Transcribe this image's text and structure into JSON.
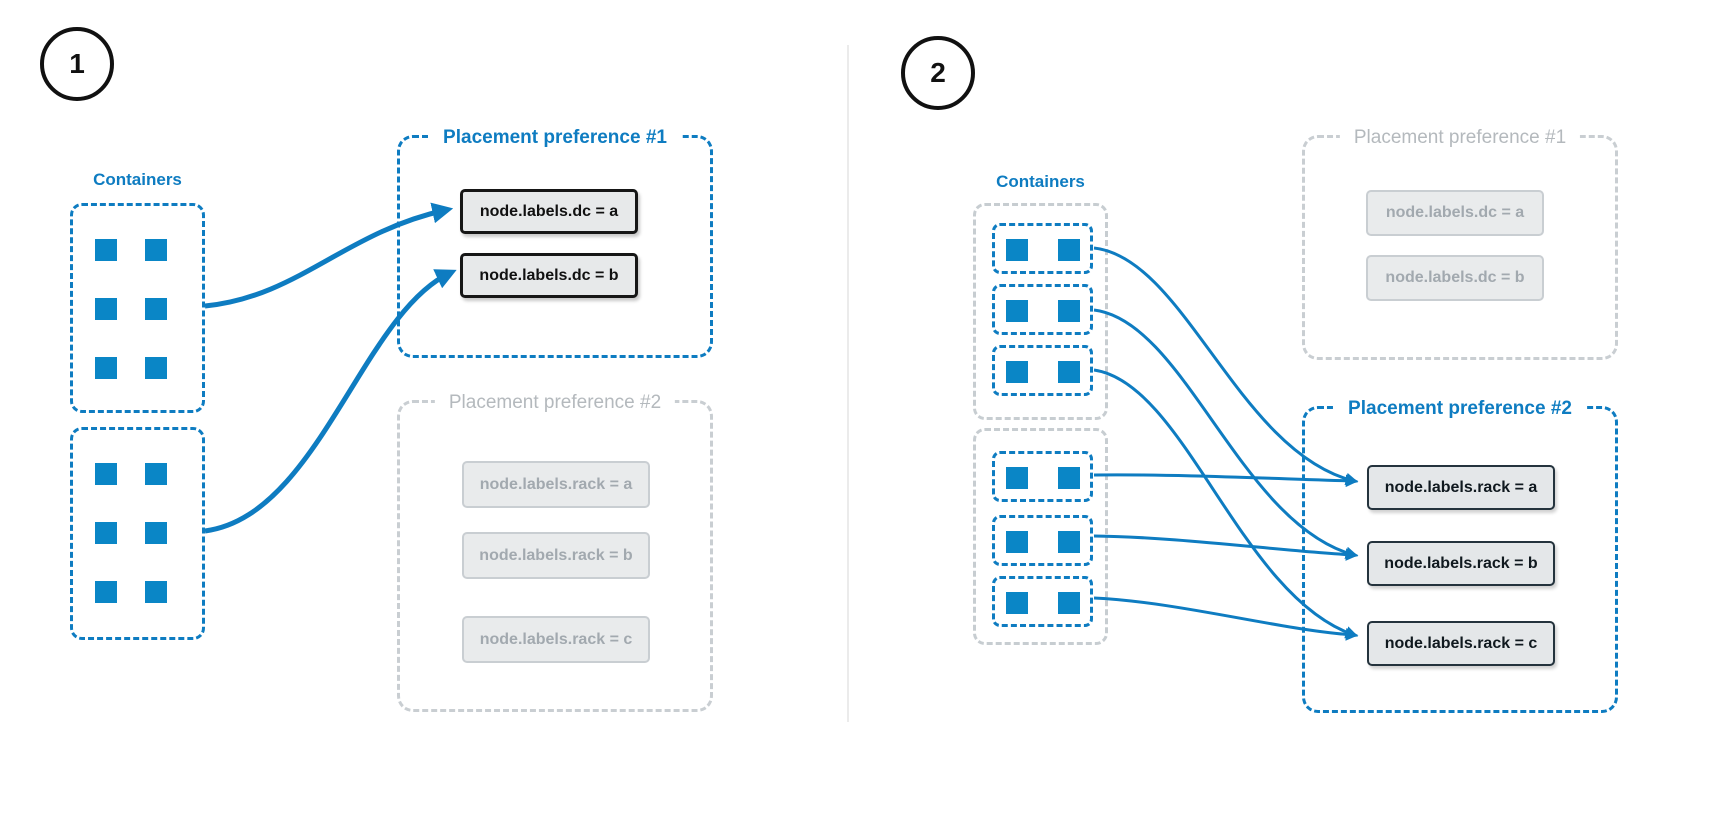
{
  "colors": {
    "accent_blue": "#0e7cc1",
    "square_blue": "#0a86c6",
    "inactive_gray_border": "#c9ced2",
    "inactive_gray_text": "#b4b9bd",
    "option_fill": "#e8eaec",
    "dark_border": "#161616"
  },
  "panels": [
    {
      "badge": "1",
      "containers_label": "Containers",
      "container_groups": [
        {
          "containers": 6
        },
        {
          "containers": 6
        }
      ],
      "preferences": [
        {
          "title": "Placement preference #1",
          "state": "active",
          "options": [
            "node.labels.dc = a",
            "node.labels.dc = b"
          ]
        },
        {
          "title": "Placement preference #2",
          "state": "inactive",
          "options": [
            "node.labels.rack = a",
            "node.labels.rack = b",
            "node.labels.rack = c"
          ]
        }
      ],
      "arrows": [
        {
          "from": "container-group-1",
          "to": "node.labels.dc = a"
        },
        {
          "from": "container-group-2",
          "to": "node.labels.dc = b"
        }
      ]
    },
    {
      "badge": "2",
      "containers_label": "Containers",
      "container_groups": [
        {
          "subgroups": 3,
          "containers_per_subgroup": 2
        },
        {
          "subgroups": 3,
          "containers_per_subgroup": 2
        }
      ],
      "preferences": [
        {
          "title": "Placement preference #1",
          "state": "inactive",
          "options": [
            "node.labels.dc = a",
            "node.labels.dc = b"
          ]
        },
        {
          "title": "Placement preference #2",
          "state": "active",
          "options": [
            "node.labels.rack = a",
            "node.labels.rack = b",
            "node.labels.rack = c"
          ]
        }
      ],
      "arrows": [
        {
          "from": "subgroup-1",
          "to": "node.labels.rack = a"
        },
        {
          "from": "subgroup-2",
          "to": "node.labels.rack = b"
        },
        {
          "from": "subgroup-3",
          "to": "node.labels.rack = c"
        },
        {
          "from": "subgroup-4",
          "to": "node.labels.rack = a"
        },
        {
          "from": "subgroup-5",
          "to": "node.labels.rack = b"
        },
        {
          "from": "subgroup-6",
          "to": "node.labels.rack = c"
        }
      ]
    }
  ]
}
